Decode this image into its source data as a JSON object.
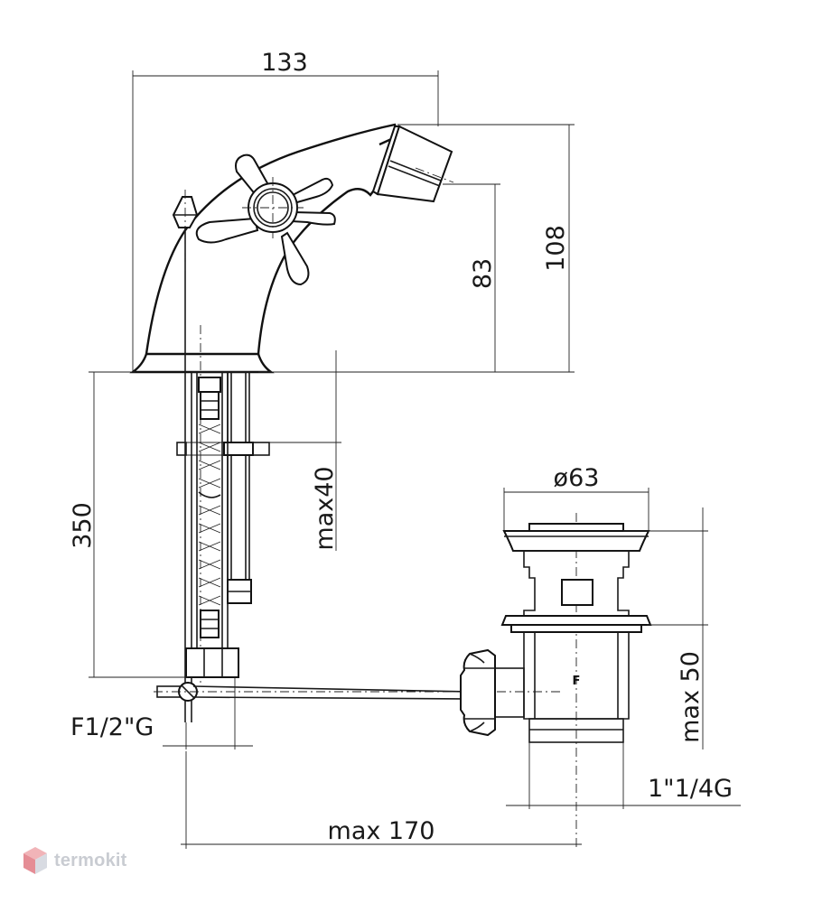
{
  "diagram": {
    "dimensions": {
      "width_top": "133",
      "height_total": "108",
      "height_spout": "83",
      "depth_350": "350",
      "max40": "max40",
      "diameter": "ø63",
      "max50": "max 50",
      "thread_left": "F1/2\"G",
      "thread_right": "1\"1/4G",
      "max170": "max 170"
    },
    "marks": {
      "waste_letter": "F"
    }
  },
  "watermark": {
    "text": "termokit",
    "icon": "cube-logo-icon",
    "color_light": "#e8a3a8",
    "color_mid": "#d4d8e0"
  }
}
